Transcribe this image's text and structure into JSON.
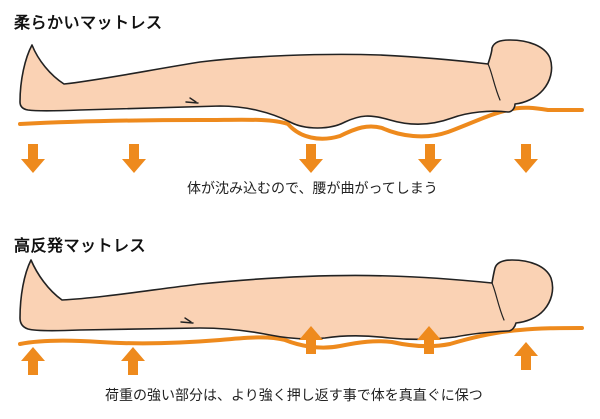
{
  "colors": {
    "body_fill": "#fad2b4",
    "body_stroke": "#222222",
    "mattress_line": "#ee8a1d",
    "arrow": "#ee8a1d"
  },
  "soft_mattress": {
    "title": "柔らかいマットレス",
    "caption": "体が沈み込むので、腰が曲がってしまう",
    "arrow_direction": "down"
  },
  "firm_mattress": {
    "title": "高反発マットレス",
    "caption": "荷重の強い部分は、より強く押し返す事で体を真直ぐに保つ",
    "arrow_direction": "up"
  }
}
